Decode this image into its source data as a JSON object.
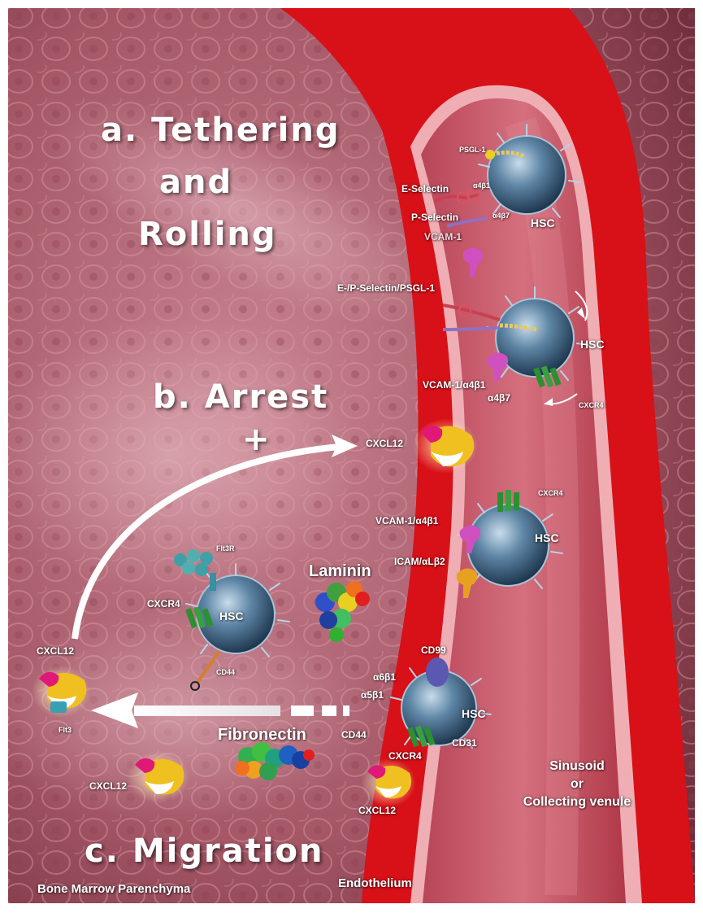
{
  "titles": {
    "tethering_line1": "a. Tethering",
    "tethering_line2": "and",
    "tethering_line3": "Rolling",
    "arrest": "b. Arrest",
    "plus": "+",
    "migration": "c. Migration"
  },
  "regions": {
    "bone_marrow": "Bone Marrow Parenchyma",
    "endothelium": "Endothelium",
    "sinusoid_line1": "Sinusoid",
    "sinusoid_line2": "or",
    "sinusoid_line3": "Collecting venule"
  },
  "molecules": {
    "psgl1": "PSGL-1",
    "e_selectin": "E-Selectin",
    "a4b1": "α4β1",
    "p_selectin": "P-Selectin",
    "a4b7": "α4β7",
    "vcam1": "VCAM-1",
    "ep_selectin_psgl1": "E-/P-Selectin/PSGL-1",
    "vcam1_a4b1_arrest": "VCAM-1/α4β1",
    "a4b7_arrest": "α4β7",
    "cxcr4_arrest": "CXCR4",
    "cxcl12_top": "CXCL12",
    "cxcr4_mid": "CXCR4",
    "vcam1_a4b1_mid": "VCAM-1/α4β1",
    "icam_alb2": "ICAM/αLβ2",
    "flt3r": "Flt3R",
    "laminin": "Laminin",
    "cxcr4_left": "CXCR4",
    "cd44_left": "CD44",
    "cxcl12_left": "CXCL12",
    "flt3": "Flt3",
    "cd99": "CD99",
    "a6b1": "α6β1",
    "a5b1": "α5β1",
    "fibronectin": "Fibronectin",
    "cd44_bottom": "CD44",
    "cd31": "CD31",
    "cxcr4_bottom": "CXCR4",
    "cxcl12_bottom_left": "CXCL12",
    "cxcl12_bottom": "CXCL12"
  },
  "cells": {
    "hsc_1": "HSC",
    "hsc_2": "HSC",
    "hsc_3": "HSC",
    "hsc_4": "HSC",
    "hsc_5": "HSC"
  },
  "colors": {
    "vessel_wall": "#e0141c",
    "vessel_lumen": "#c85a6a",
    "tissue": "#a85868",
    "hsc_cell": "#4a7090",
    "cxcl12_yellow": "#f0c020",
    "cxcl12_magenta": "#e01878",
    "receptor_green": "#2a9030"
  }
}
